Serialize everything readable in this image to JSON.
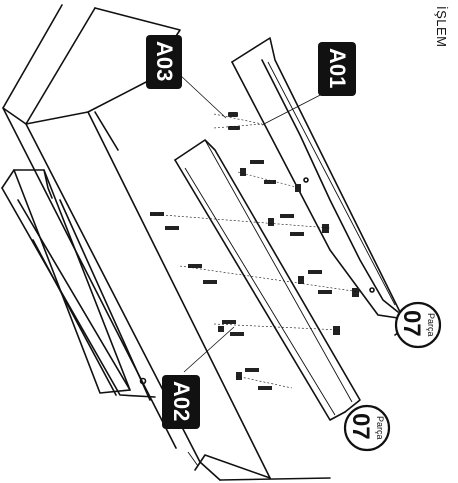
{
  "step_title": "İŞLEM",
  "labels": {
    "a01": "A01",
    "a02": "A02",
    "a03": "A03"
  },
  "part_badges": [
    {
      "caption": "Parça",
      "number": "07"
    },
    {
      "caption": "Parça",
      "number": "07"
    }
  ],
  "colors": {
    "ink": "#111111",
    "tag_fill": "#111111",
    "tag_text": "#ffffff",
    "background": "#ffffff"
  }
}
